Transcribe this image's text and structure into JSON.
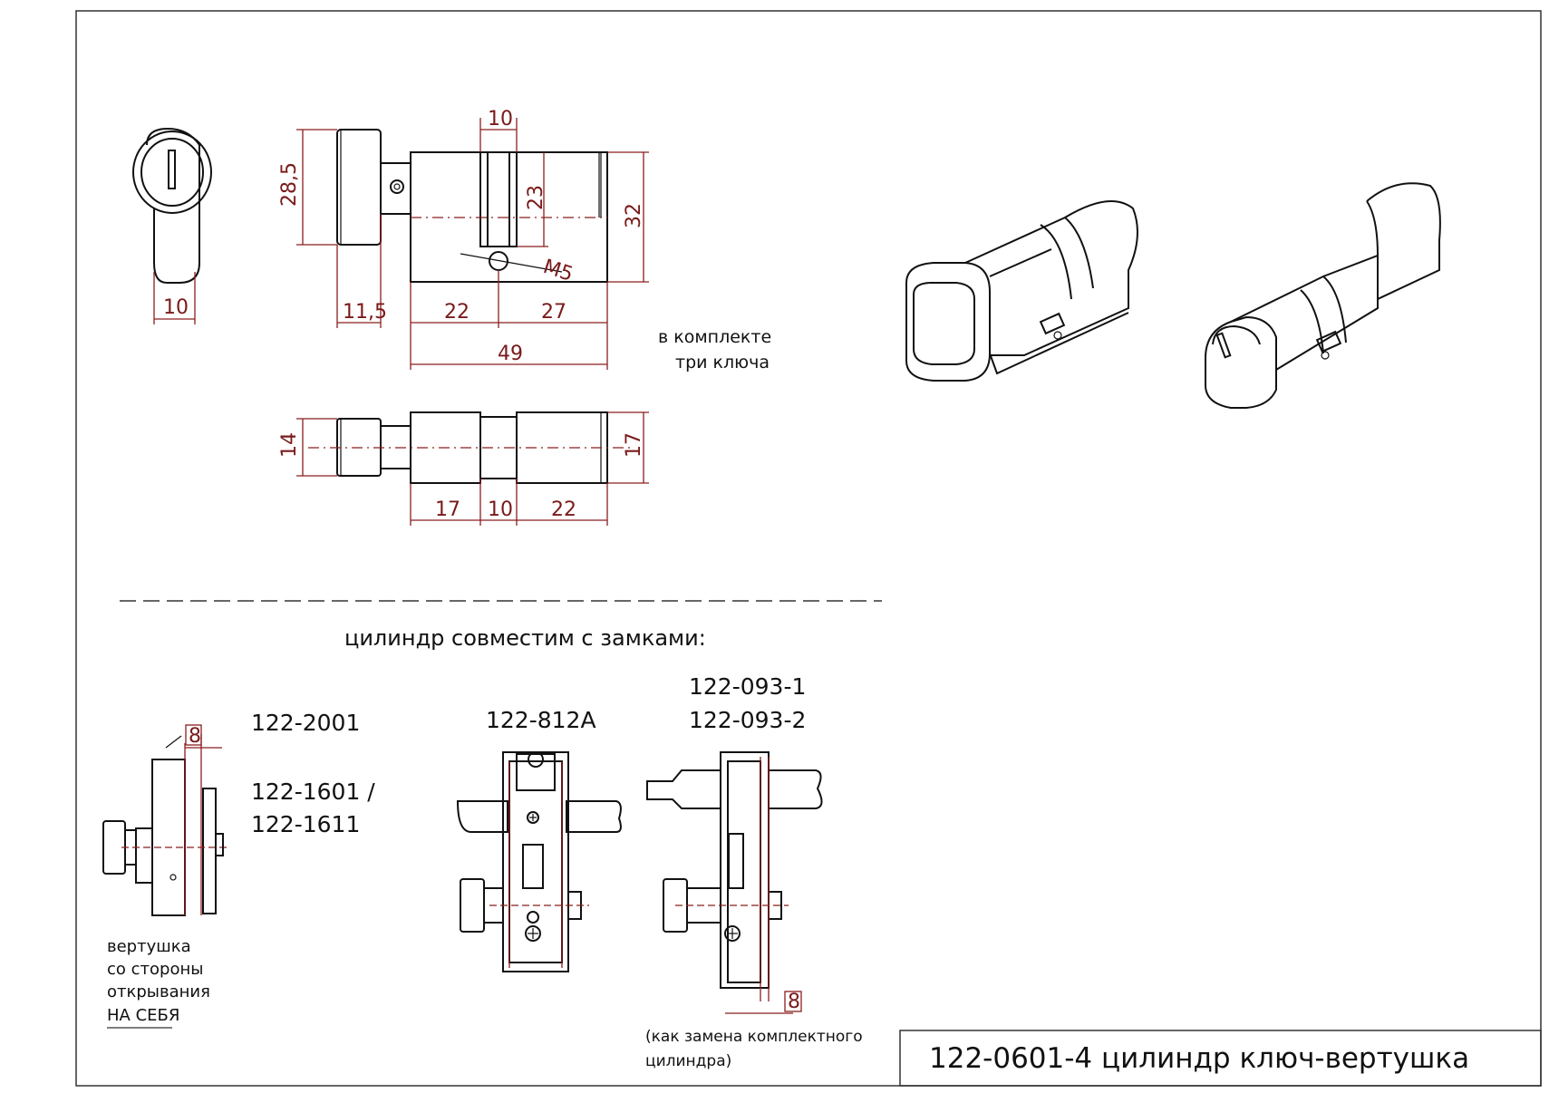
{
  "drawing": {
    "title": "122-0601-4 цилиндр ключ-вертушка",
    "kit_note_line1": "в комплекте",
    "kit_note_line2": "три ключа",
    "compat_heading": "цилиндр совместим с замками:",
    "locks": {
      "l1": "122-2001",
      "l2a": "122-1601  /",
      "l2b": "122-1611",
      "l3": "122-812A",
      "l4a": "122-093-1",
      "l4b": "122-093-2"
    },
    "side_note": [
      "вертушка",
      "со стороны",
      "открывания",
      "НА СЕБЯ"
    ],
    "replace_note": [
      "(как замена комплектного",
      "цилиндра)"
    ]
  },
  "dimensions": {
    "end_width": "10",
    "knob_height": "28,5",
    "knob_length": "11,5",
    "cam_width": "10",
    "cam_height": "23",
    "body_height": "32",
    "screw": "M5",
    "left_part": "22",
    "right_part": "27",
    "total": "49",
    "knob_dia": "14",
    "body_dia": "17",
    "bottom_left": "17",
    "bottom_mid": "10",
    "bottom_right": "22",
    "gap_a": "8",
    "gap_b": "8"
  }
}
